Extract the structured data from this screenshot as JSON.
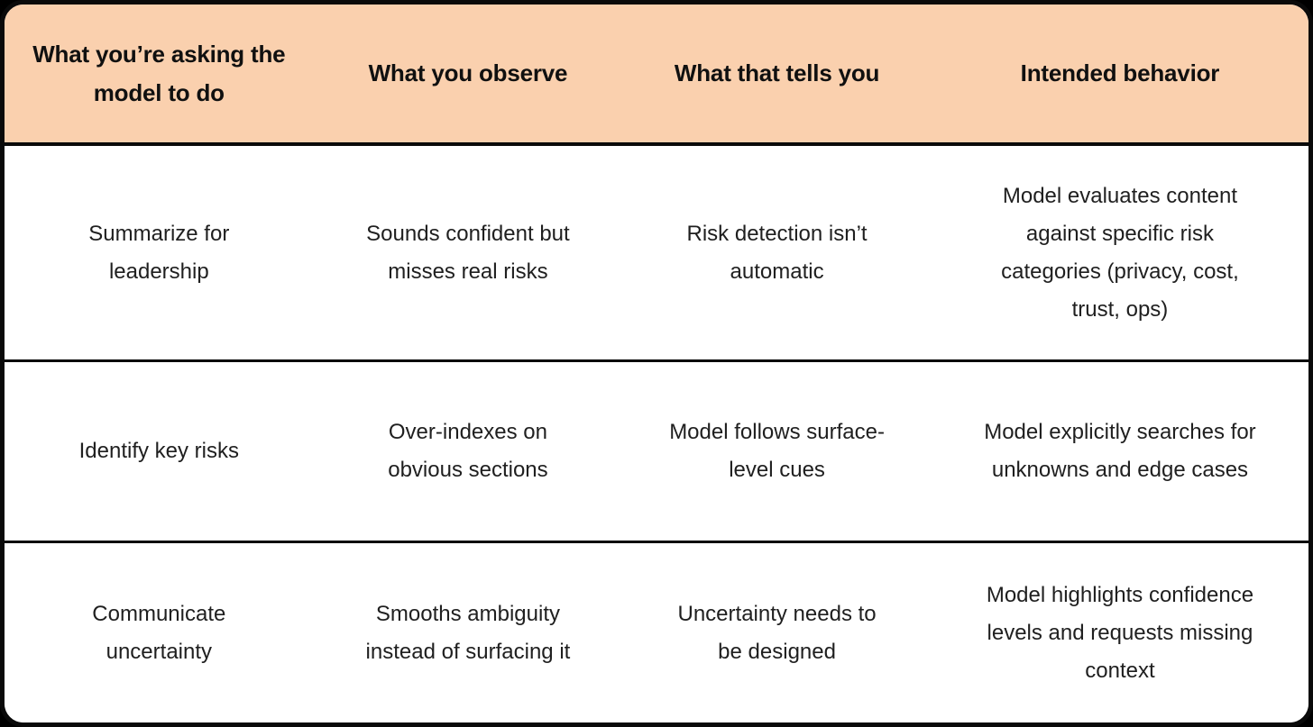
{
  "table": {
    "columns": [
      "What you’re asking the model to do",
      "What you observe",
      "What that tells you",
      "Intended behavior"
    ],
    "rows": [
      [
        "Summarize for leadership",
        "Sounds confident but misses real risks",
        "Risk detection isn’t automatic",
        "Model evaluates content against specific risk categories (privacy, cost, trust, ops)"
      ],
      [
        "Identify key risks",
        "Over-indexes on obvious sections",
        "Model follows surface-level cues",
        "Model explicitly searches for unknowns and edge cases"
      ],
      [
        "Communicate uncertainty",
        "Smooths ambiguity instead of surfacing it",
        "Uncertainty needs to be designed",
        "Model highlights confidence levels and requests missing context"
      ]
    ],
    "colors": {
      "header_bg": "#FAD0AE",
      "body_bg": "#FFFFFF",
      "border": "#0A0A0A",
      "header_text": "#101010",
      "body_text": "#1F1F1F"
    }
  },
  "chart_data": {
    "type": "table",
    "title": "",
    "columns": [
      "What you’re asking the model to do",
      "What you observe",
      "What that tells you",
      "Intended behavior"
    ],
    "rows": [
      [
        "Summarize for leadership",
        "Sounds confident but misses real risks",
        "Risk detection isn’t automatic",
        "Model evaluates content against specific risk categories (privacy, cost, trust, ops)"
      ],
      [
        "Identify key risks",
        "Over-indexes on obvious sections",
        "Model follows surface-level cues",
        "Model explicitly searches for unknowns and edge cases"
      ],
      [
        "Communicate uncertainty",
        "Smooths ambiguity instead of surfacing it",
        "Uncertainty needs to be designed",
        "Model highlights confidence levels and requests missing context"
      ]
    ],
    "layout_hints": {
      "header_fill": "#FAD0AE",
      "grid": "horizontal-row-dividers-only",
      "outer_border": "rounded-black",
      "column_width_ratio": [
        345,
        345,
        345,
        421
      ]
    }
  }
}
